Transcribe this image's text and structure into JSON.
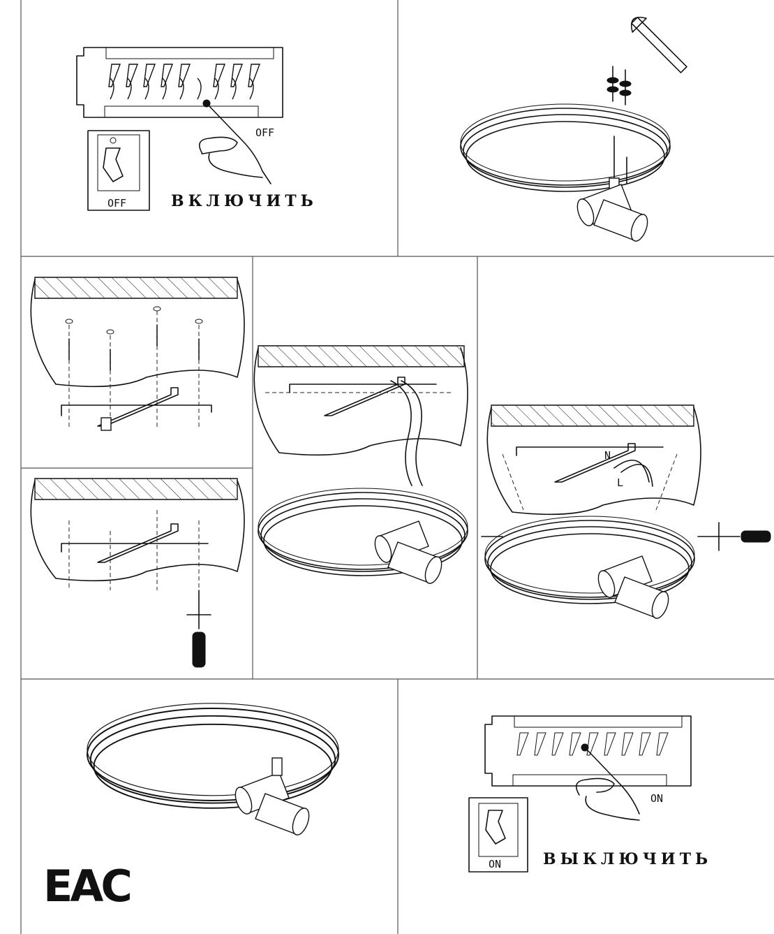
{
  "panels": {
    "power_off": {
      "state_label": "OFF",
      "switch_label": "OFF",
      "caption": "ВКЛЮЧИТЬ"
    },
    "mounting": {
      "wire_neutral": "N",
      "wire_live": "L"
    },
    "power_on": {
      "state_label": "ON",
      "switch_label": "ON",
      "caption": "ВЫКЛЮЧИТЬ"
    },
    "certification_mark": "EAC"
  }
}
